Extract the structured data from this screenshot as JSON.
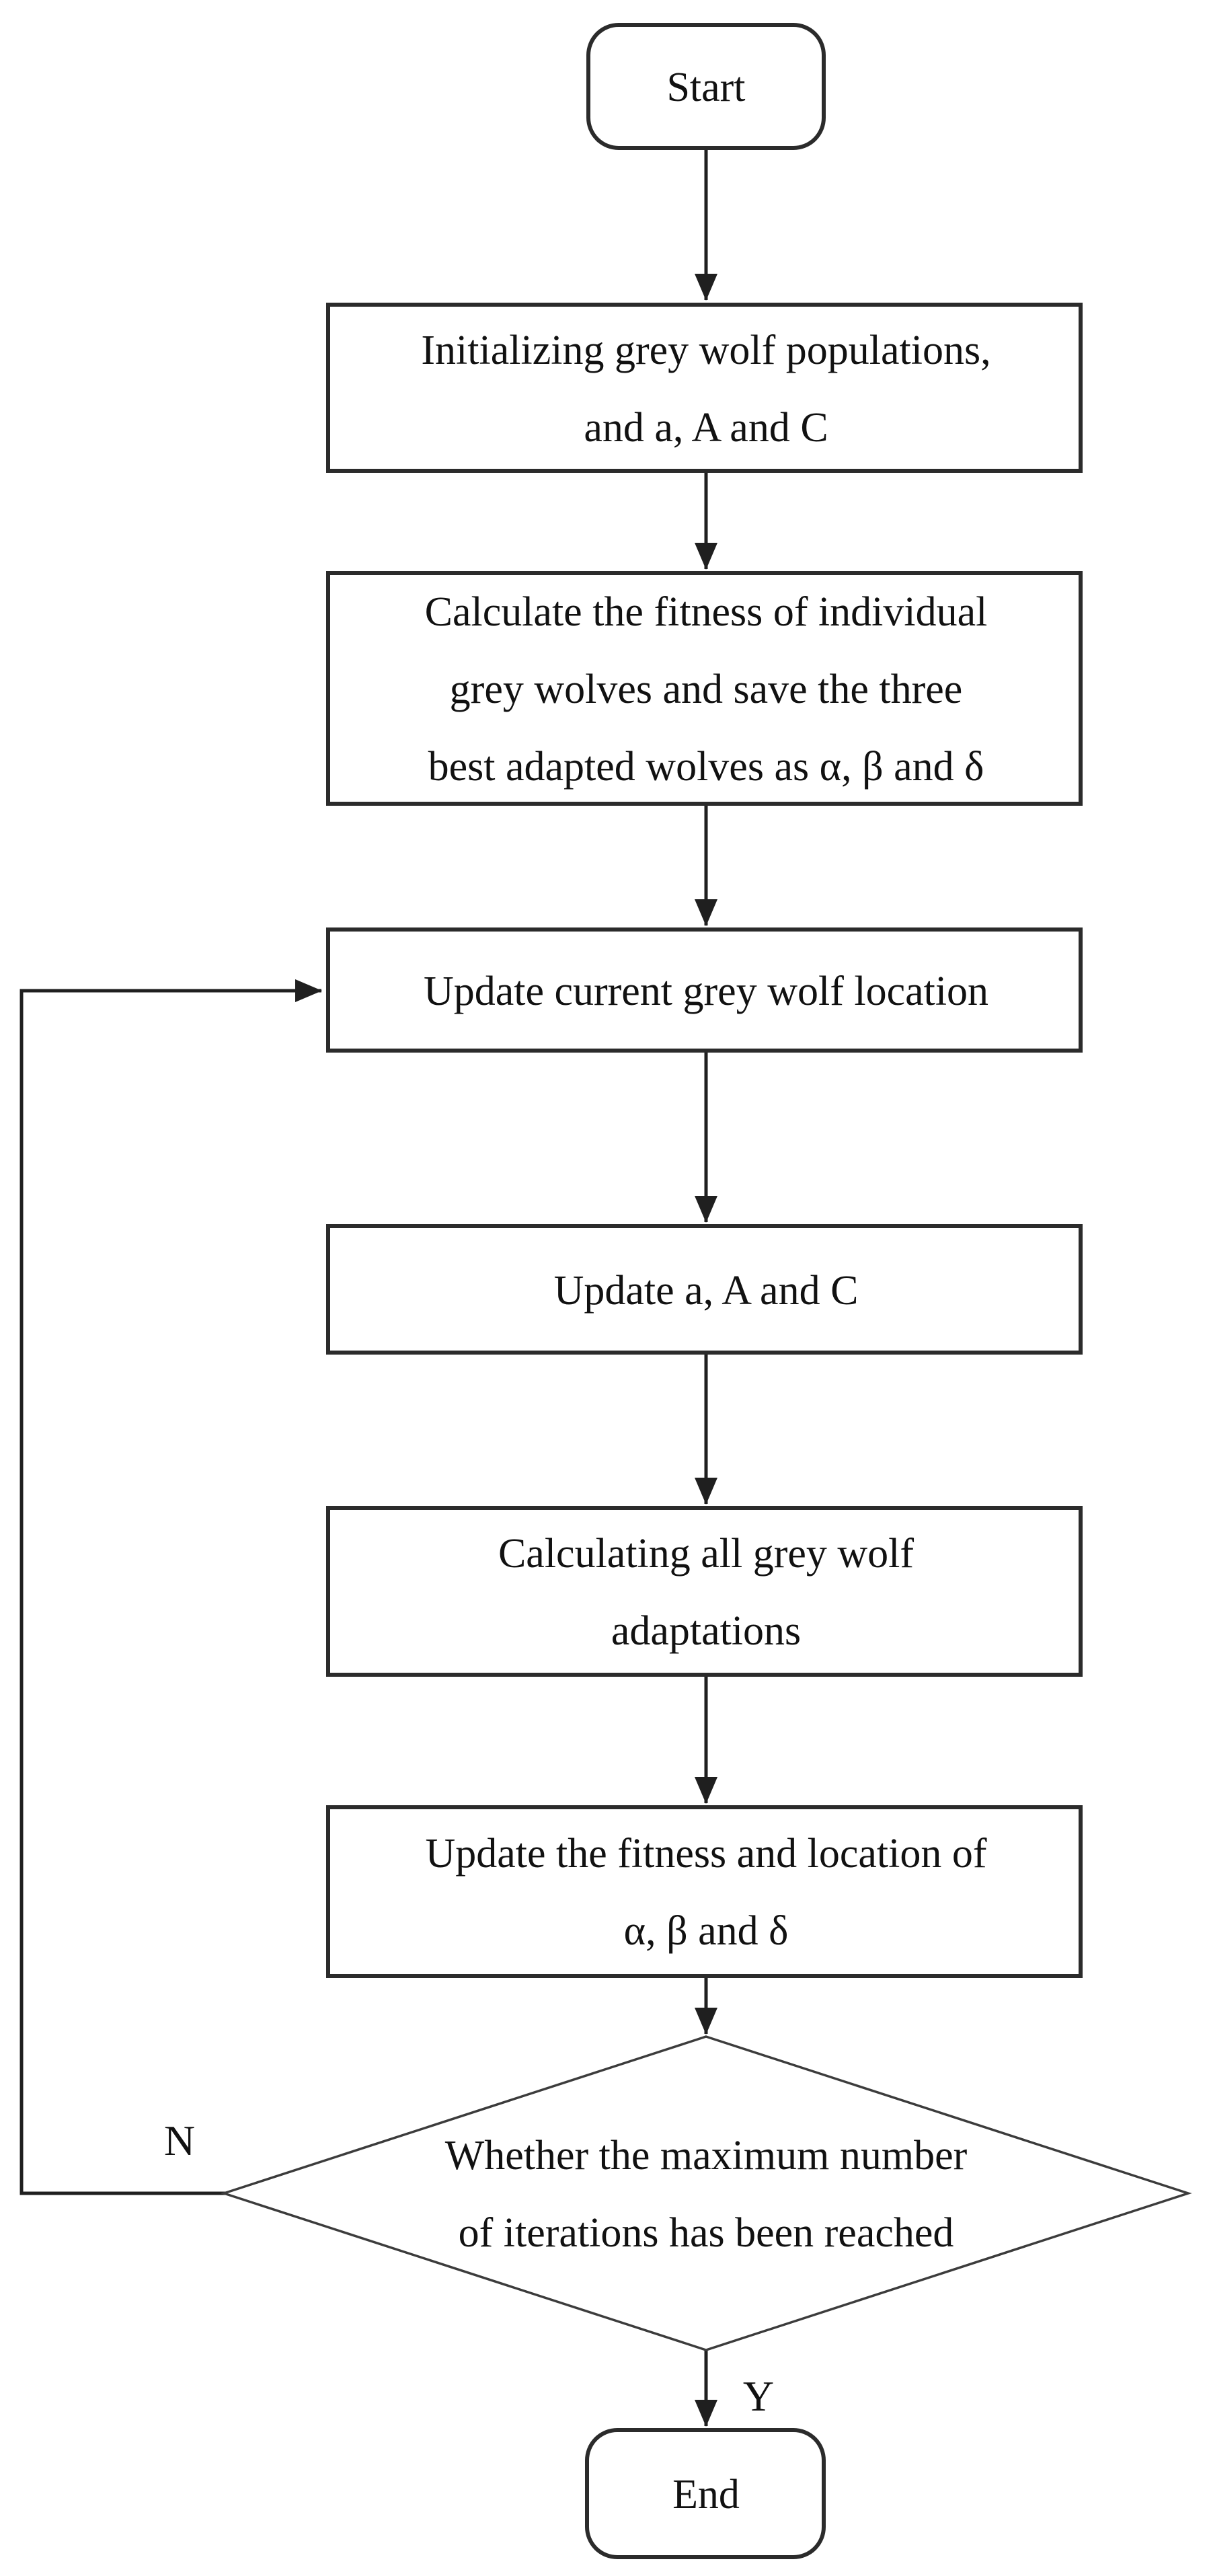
{
  "flowchart": {
    "nodes": {
      "start": {
        "label": "Start"
      },
      "init": {
        "lines": [
          "Initializing grey wolf populations,",
          "and a, A and C"
        ]
      },
      "fitness": {
        "lines": [
          "Calculate the fitness of individual",
          "grey wolves and save the three",
          "best adapted wolves as α, β and δ"
        ]
      },
      "update_location": {
        "lines": [
          "Update current grey wolf location"
        ]
      },
      "update_aac": {
        "lines": [
          "Update a, A and C"
        ]
      },
      "calc_adaptations": {
        "lines": [
          "Calculating all grey wolf",
          "adaptations"
        ]
      },
      "update_fitness": {
        "lines": [
          "Update the fitness and location of",
          "α, β and δ"
        ]
      },
      "decision": {
        "lines": [
          "Whether the maximum number",
          "of iterations has been reached"
        ]
      },
      "end": {
        "label": "End"
      }
    },
    "branches": {
      "no_label": "N",
      "yes_label": "Y"
    },
    "colors": {
      "stroke": "#2b2b2b",
      "text": "#111111",
      "background": "#ffffff"
    }
  }
}
